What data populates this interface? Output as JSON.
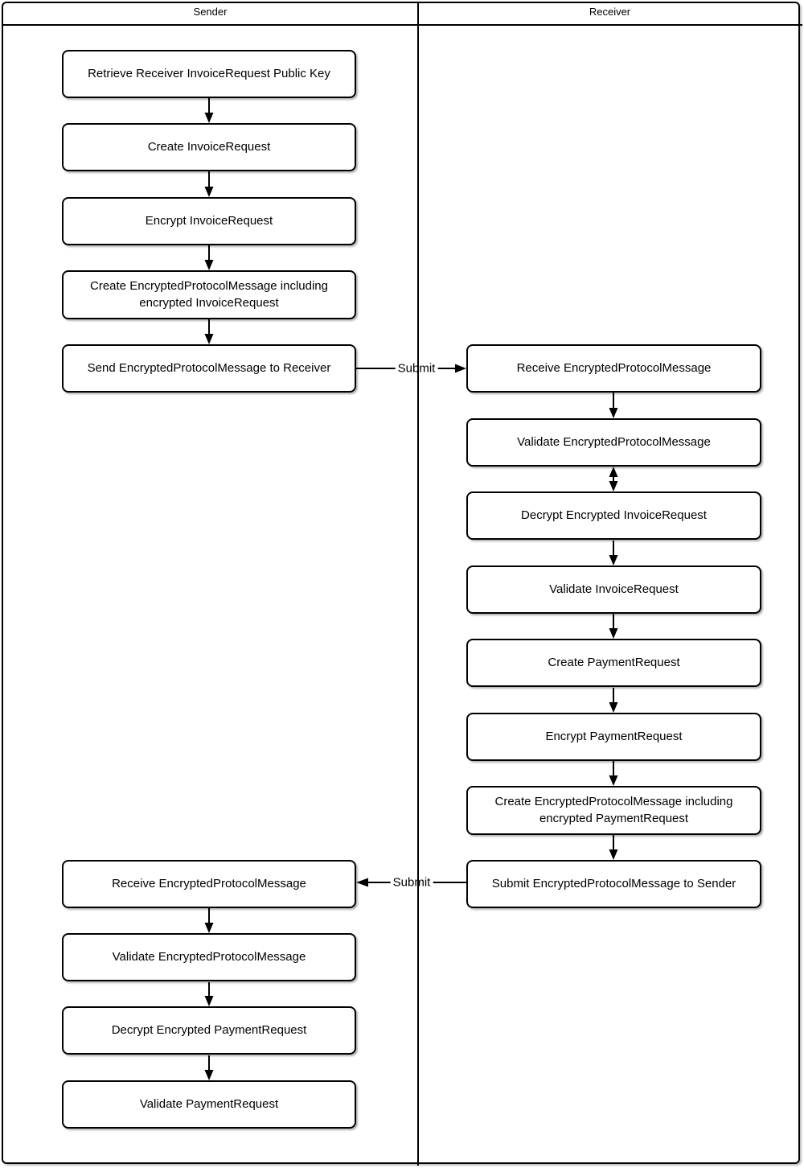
{
  "diagram": {
    "type": "swimlane-flowchart",
    "colors": {
      "line": "#000000",
      "background": "#ffffff"
    },
    "lanes": [
      {
        "title": "Sender",
        "boxes": [
          {
            "label": "Retrieve Receiver InvoiceRequest Public Key"
          },
          {
            "label": "Create InvoiceRequest"
          },
          {
            "label": "Encrypt InvoiceRequest"
          },
          {
            "label": "Create EncryptedProtocolMessage including encrypted InvoiceRequest"
          },
          {
            "label": "Send EncryptedProtocolMessage to Receiver"
          },
          {
            "label": "Receive EncryptedProtocolMessage"
          },
          {
            "label": "Validate EncryptedProtocolMessage"
          },
          {
            "label": "Decrypt Encrypted PaymentRequest"
          },
          {
            "label": "Validate PaymentRequest"
          }
        ]
      },
      {
        "title": "Receiver",
        "boxes": [
          {
            "label": "Receive EncryptedProtocolMessage"
          },
          {
            "label": "Validate EncryptedProtocolMessage"
          },
          {
            "label": "Decrypt Encrypted InvoiceRequest"
          },
          {
            "label": "Validate InvoiceRequest"
          },
          {
            "label": "Create PaymentRequest"
          },
          {
            "label": "Encrypt PaymentRequest"
          },
          {
            "label": "Create EncryptedProtocolMessage including encrypted PaymentRequest"
          },
          {
            "label": "Submit EncryptedProtocolMessage to Sender"
          }
        ]
      }
    ],
    "connectors": {
      "submit_to_receiver_label": "Submit",
      "submit_to_sender_label": "Submit"
    }
  }
}
